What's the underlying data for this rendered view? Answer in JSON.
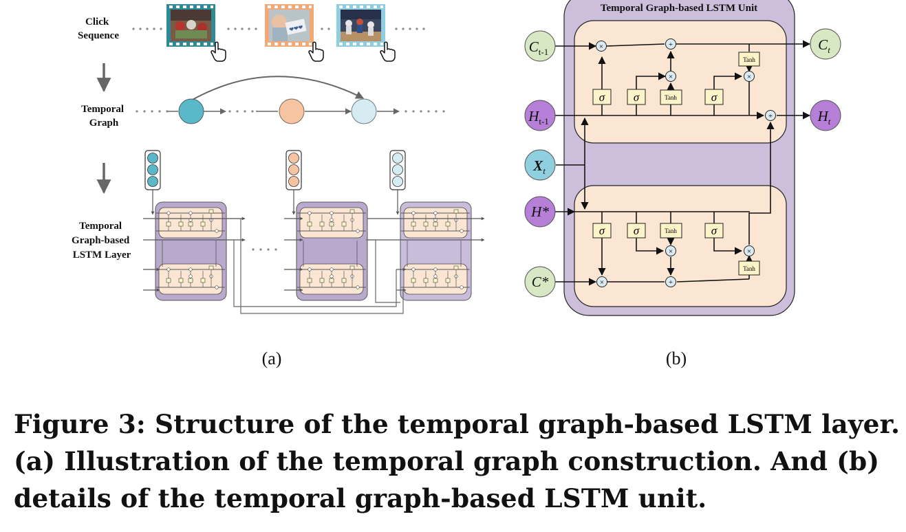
{
  "panel_a": {
    "row_click_sequence": "Click\nSequence",
    "row_temporal_graph": "Temporal\nGraph",
    "row_lstm_layer": "Temporal\nGraph-based\nLSTM Layer",
    "frames": [
      {
        "name": "football-frame",
        "accent": "#2e8a95"
      },
      {
        "name": "baby-frame",
        "accent": "#f3a877"
      },
      {
        "name": "basketball-frame",
        "accent": "#8fcde0"
      }
    ],
    "node_colors": [
      "#5bb8c9",
      "#f6c4a1",
      "#d6ecf3"
    ],
    "label": "(a)"
  },
  "panel_b": {
    "title": "Temporal Graph-based LSTM Unit",
    "c_prev": "C",
    "c_prev_sub": "t-1",
    "h_prev": "H",
    "h_prev_sub": "t-1",
    "x_t": "X",
    "x_t_sub": "t",
    "h_star": "H*",
    "c_star": "C*",
    "c_t": "C",
    "c_t_sub": "t",
    "h_t": "H",
    "h_t_sub": "t",
    "sigma": "σ",
    "tanh": "Tanh",
    "times": "×",
    "plus": "+",
    "colors": {
      "unit_bg": "#cdbfdc",
      "cell_bg": "#fbe6d3",
      "c_node": "#d9e8c4",
      "h_node": "#b67fd8",
      "x_node": "#8fcfdf",
      "gate": "#fbf4c8"
    },
    "label": "(b)"
  },
  "caption": "Figure 3: Structure of the temporal graph-based LSTM layer.\n(a) Illustration of the temporal graph construction. And (b)\ndetails of the temporal graph-based LSTM unit."
}
